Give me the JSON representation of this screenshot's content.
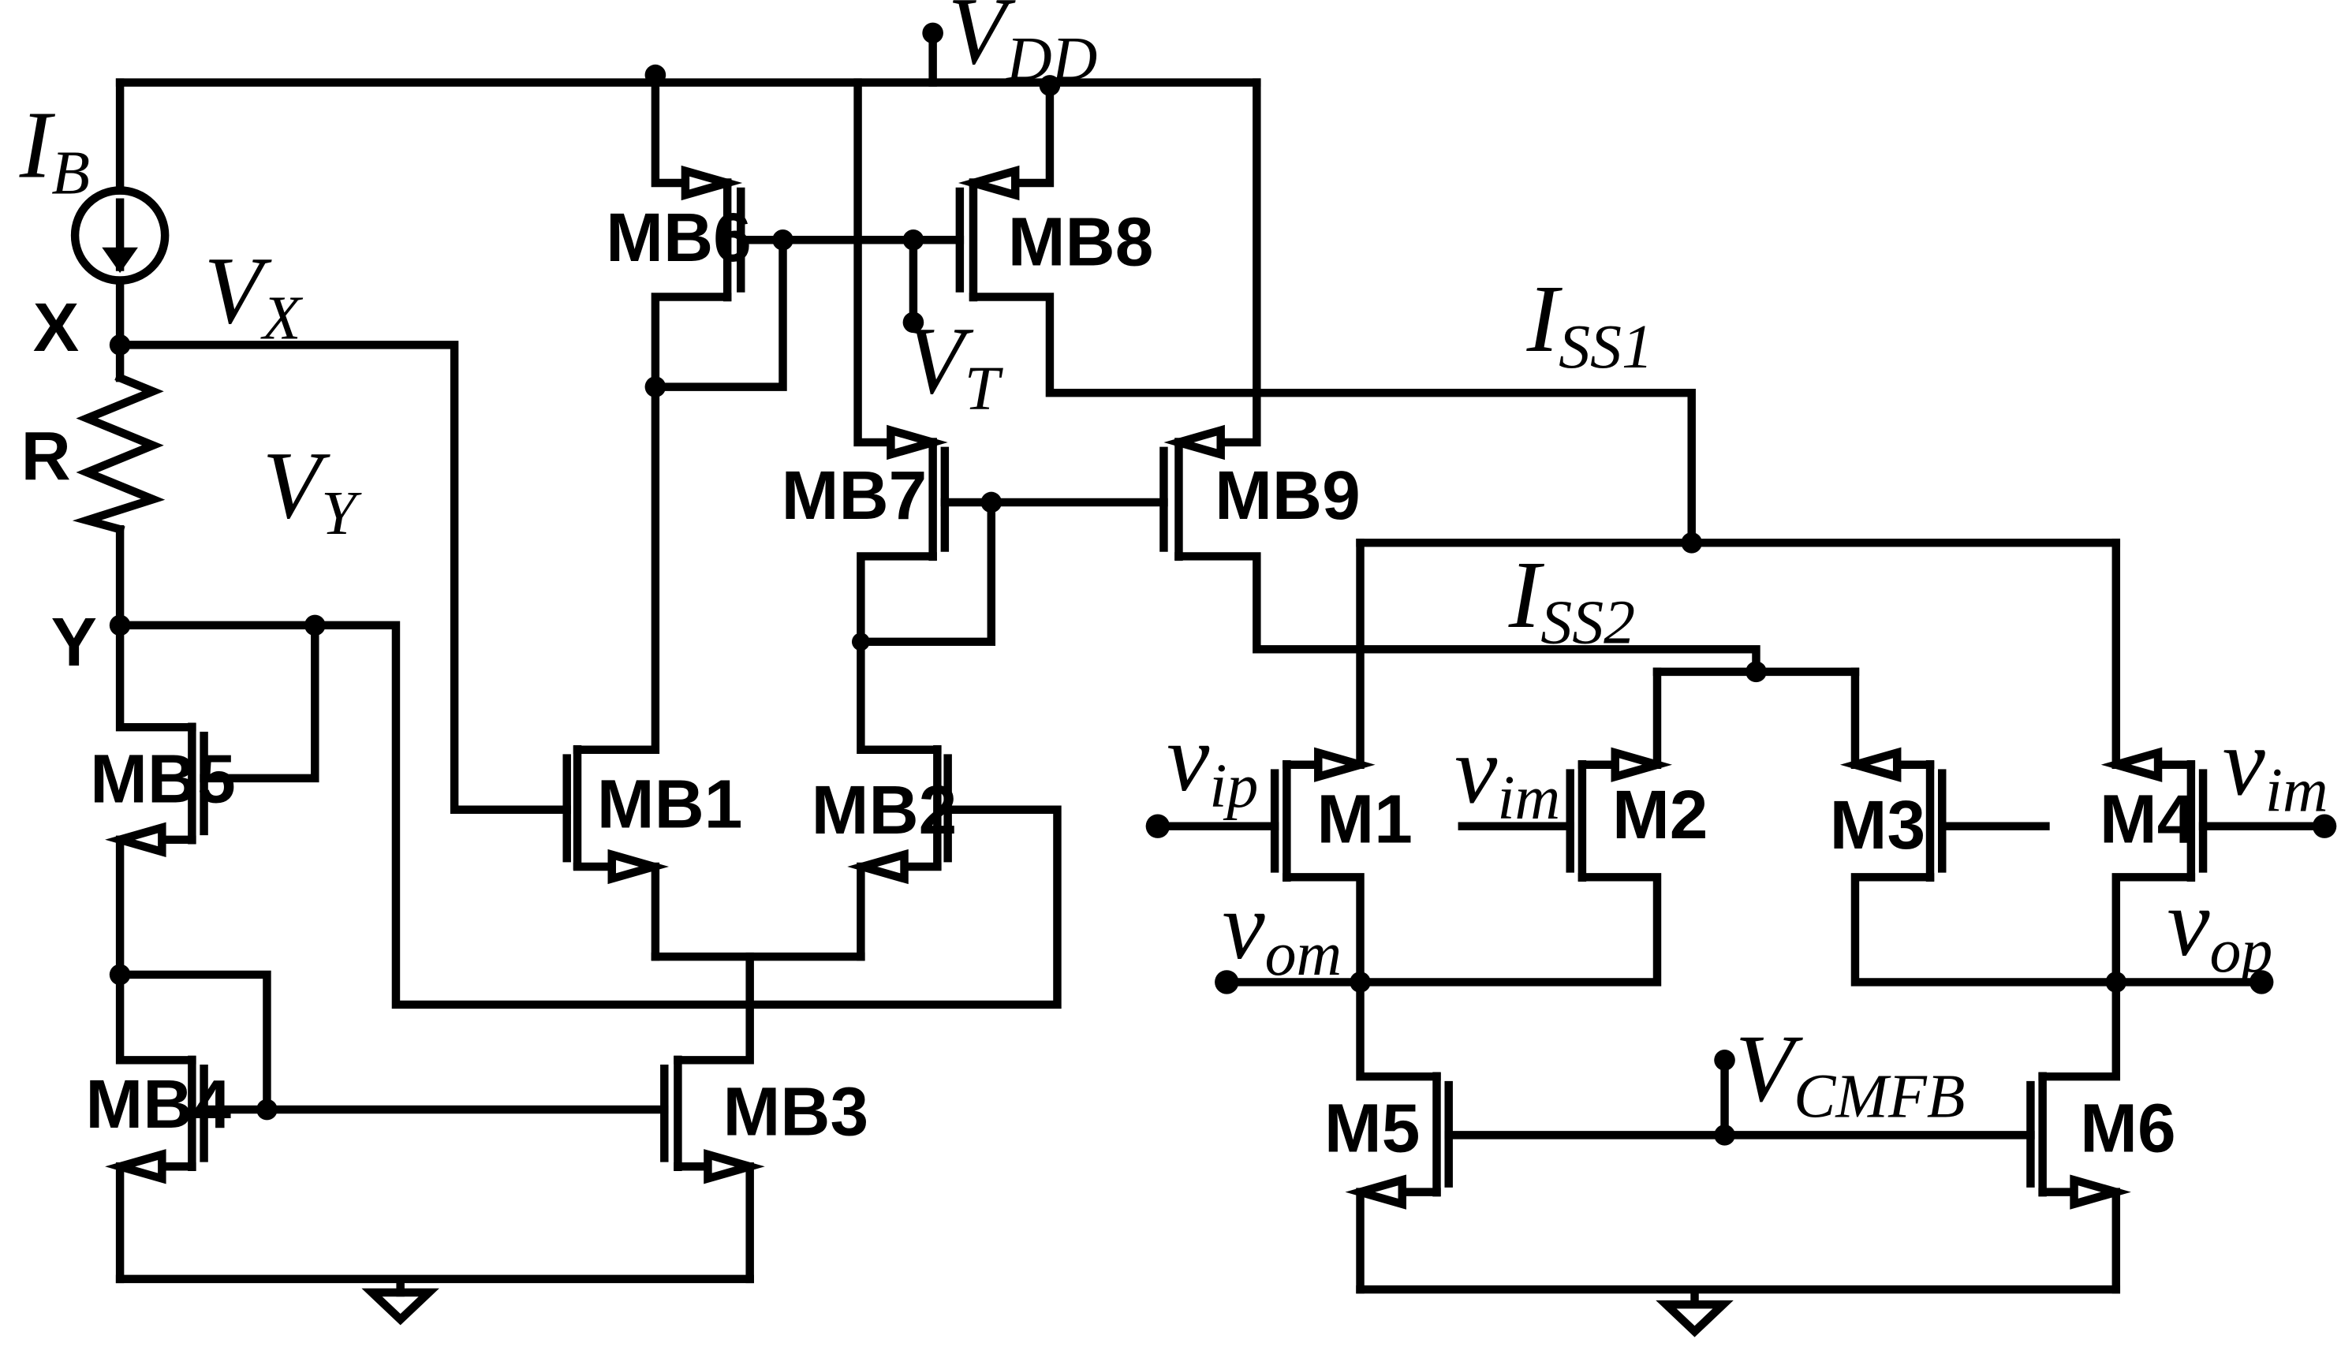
{
  "nodes": {
    "vdd": "VDD",
    "gnd": "GND",
    "ib": "IB",
    "r": "R",
    "x": "X",
    "y": "Y",
    "vx": "VX",
    "vy": "VY",
    "vt": "VT",
    "iss1": "ISS1",
    "iss2": "ISS2",
    "vcmfb": "VCMFB"
  },
  "transistors": [
    "MB1",
    "MB2",
    "MB3",
    "MB4",
    "MB5",
    "MB6",
    "MB7",
    "MB8",
    "MB9",
    "M1",
    "M2",
    "M3",
    "M4",
    "M5",
    "M6"
  ],
  "signals": {
    "vip": "vip",
    "vim_left": "vim",
    "vim_right": "vim",
    "vom": "vom",
    "vop": "vop"
  },
  "math_labels": [
    {
      "bind": "nodes.vdd",
      "main": "V",
      "sub": "DD"
    },
    {
      "bind": "nodes.ib",
      "main": "I",
      "sub": "B"
    },
    {
      "bind": "nodes.vx",
      "main": "V",
      "sub": "X"
    },
    {
      "bind": "nodes.vy",
      "main": "V",
      "sub": "Y"
    },
    {
      "bind": "nodes.vt",
      "main": "V",
      "sub": "T"
    },
    {
      "bind": "nodes.iss1",
      "main": "I",
      "sub": "SS1"
    },
    {
      "bind": "nodes.iss2",
      "main": "I",
      "sub": "SS2"
    },
    {
      "bind": "nodes.vcmfb",
      "main": "V",
      "sub": "CMFB"
    },
    {
      "bind": "signals.vip",
      "main": "v",
      "sub": "ip"
    },
    {
      "bind": "signals.vim_left",
      "main": "v",
      "sub": "im"
    },
    {
      "bind": "signals.vim_right",
      "main": "v",
      "sub": "im"
    },
    {
      "bind": "signals.vom",
      "main": "v",
      "sub": "om"
    },
    {
      "bind": "signals.vop",
      "main": "v",
      "sub": "op"
    }
  ]
}
